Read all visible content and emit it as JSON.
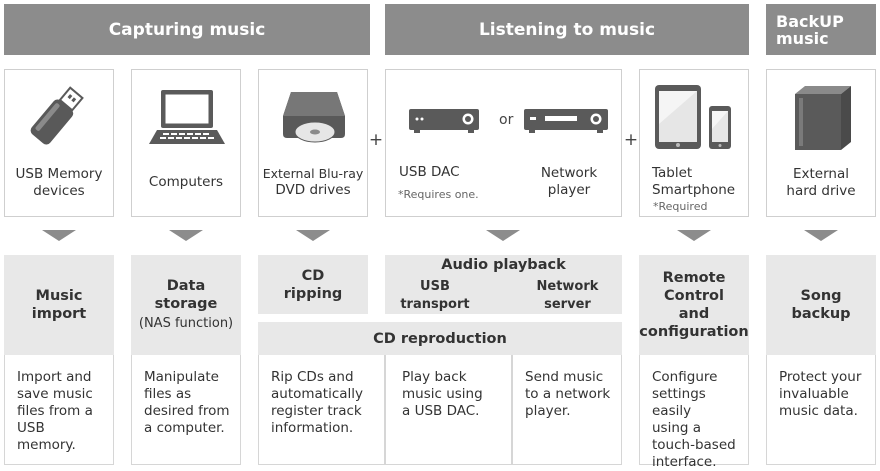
{
  "headers": {
    "capturing": "Capturing music",
    "listening": "Listening to music",
    "backup_line1": "BackUP",
    "backup_line2": "music"
  },
  "devices": {
    "usb_memory": [
      "USB Memory",
      "devices"
    ],
    "computers": "Computers",
    "bluray": [
      "External Blu-ray",
      "DVD drives"
    ],
    "usb_dac": "USB DAC",
    "dac_note": "*Requires one.",
    "or": "or",
    "network_player": [
      "Network",
      "player"
    ],
    "tablet": [
      "Tablet",
      "Smartphone"
    ],
    "tablet_note": "*Required",
    "hdd": [
      "External",
      "hard drive"
    ]
  },
  "plus_sign": "+",
  "functions": {
    "music_import": [
      "Music",
      "import"
    ],
    "data_storage": [
      "Data",
      "storage"
    ],
    "data_storage_sub": "(NAS function)",
    "cd_ripping": [
      "CD",
      "ripping"
    ],
    "audio_playback": "Audio playback",
    "usb_transport": "USB transport",
    "network_server": "Network server",
    "cd_reproduction": "CD reproduction",
    "remote_control": [
      "Remote",
      "Control",
      "and",
      "configuration"
    ],
    "song_backup": [
      "Song",
      "backup"
    ]
  },
  "descriptions": {
    "import": [
      "Import and",
      "save music",
      "files from a",
      "USB memory."
    ],
    "storage": [
      "Manipulate",
      "files as",
      "desired from",
      "a computer."
    ],
    "rip": [
      "Rip CDs and",
      "automatically",
      "register track",
      "information."
    ],
    "usb_dac": [
      "Play back",
      "music using",
      "a USB DAC."
    ],
    "network": [
      "Send music",
      "to a network",
      "player."
    ],
    "configure": [
      "Configure",
      "settings easily",
      "using a",
      "touch-based",
      "interface."
    ],
    "protect": [
      "Protect your",
      "invaluable",
      "music data."
    ]
  },
  "colors": {
    "header_gray": "#8c8c8c",
    "function_gray": "#e8e8e8",
    "icon_dark": "#5a5a5a"
  }
}
